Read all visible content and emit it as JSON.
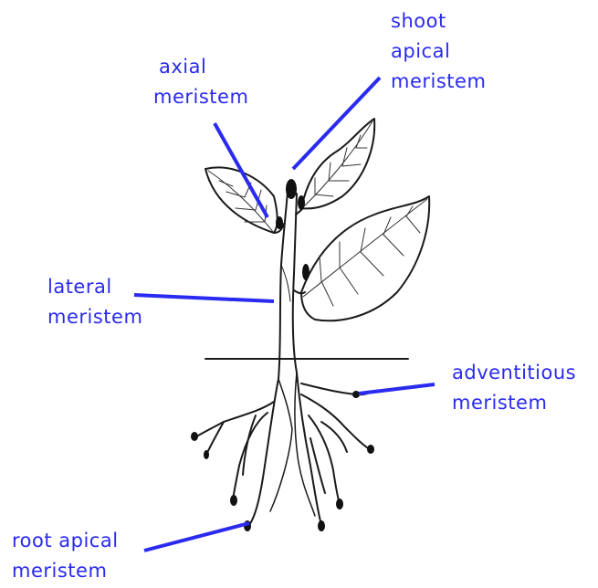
{
  "labels": {
    "shoot_apical": [
      "shoot",
      "apical",
      "meristem"
    ],
    "axial": [
      "axial",
      "meristem"
    ],
    "lateral": [
      "lateral",
      "meristem"
    ],
    "adventitious": [
      "adventitious",
      "meristem"
    ],
    "root_apical": [
      "root apical",
      "meristem"
    ]
  },
  "colors": {
    "label_text": "#2a2af0",
    "pointer": "#2a2af0",
    "plant_outline": "#1a1a1a"
  }
}
